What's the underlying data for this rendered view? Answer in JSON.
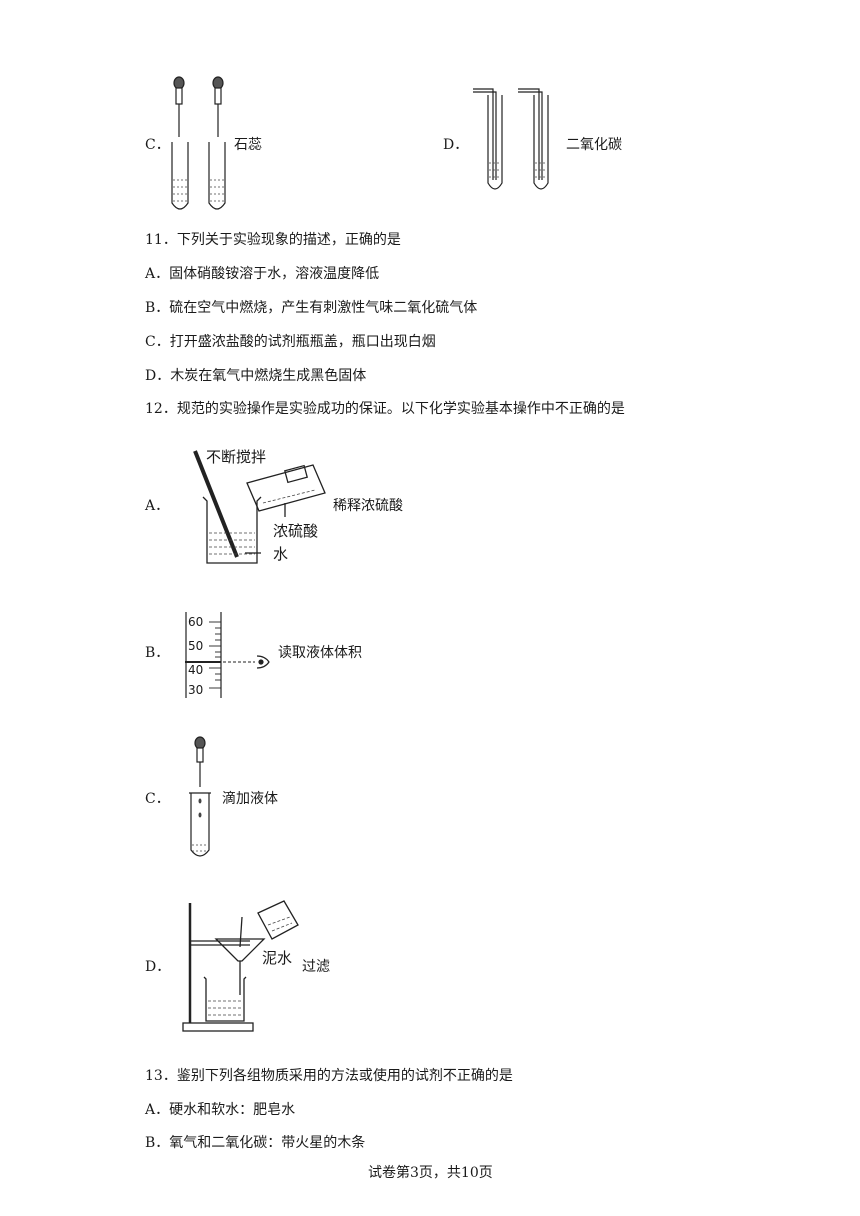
{
  "q10": {
    "option_c": {
      "letter": "C．",
      "caption": "石蕊"
    },
    "option_d": {
      "letter": "D．",
      "caption": "二氧化碳"
    }
  },
  "q11": {
    "stem": "11．下列关于实验现象的描述，正确的是",
    "options": [
      "A．固体硝酸铵溶于水，溶液温度降低",
      "B．硫在空气中燃烧，产生有刺激性气味二氧化硫气体",
      "C．打开盛浓盐酸的试剂瓶瓶盖，瓶口出现白烟",
      "D．木炭在氧气中燃烧生成黑色固体"
    ]
  },
  "q12": {
    "stem": "12．规范的实验操作是实验成功的保证。以下化学实验基本操作中不正确的是",
    "option_a": {
      "letter": "A．",
      "caption": "稀释浓硫酸",
      "label_stir": "不断搅拌",
      "label_acid": "浓硫酸",
      "label_water": "水"
    },
    "option_b": {
      "letter": "B．",
      "caption": "读取液体体积",
      "ticks": [
        "60",
        "50",
        "40",
        "30"
      ]
    },
    "option_c": {
      "letter": "C．",
      "caption": "滴加液体"
    },
    "option_d": {
      "letter": "D．",
      "caption": "过滤",
      "label_mud": "泥水"
    }
  },
  "q13": {
    "stem": "13．鉴别下列各组物质采用的方法或使用的试剂不正确的是",
    "options": [
      "A．硬水和软水：肥皂水",
      "B．氧气和二氧化碳：带火星的木条"
    ]
  },
  "footer": {
    "page": "试卷第3页，共10页"
  }
}
